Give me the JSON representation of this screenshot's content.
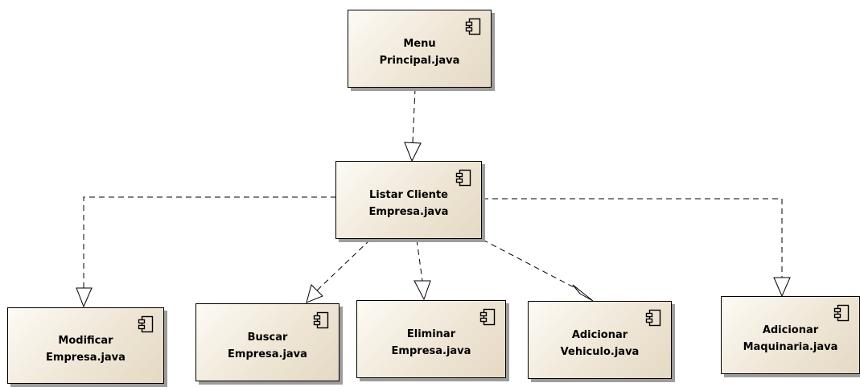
{
  "diagram": {
    "type": "uml-component",
    "components": [
      {
        "id": "menu",
        "line1": "Menu",
        "line2": "Principal.java"
      },
      {
        "id": "listar",
        "line1": "Listar Cliente",
        "line2": "Empresa.java"
      },
      {
        "id": "modificar",
        "line1": "Modificar",
        "line2": "Empresa.java"
      },
      {
        "id": "buscar",
        "line1": "Buscar",
        "line2": "Empresa.java"
      },
      {
        "id": "eliminar",
        "line1": "Eliminar",
        "line2": "Empresa.java"
      },
      {
        "id": "vehiculo",
        "line1": "Adicionar",
        "line2": "Vehiculo.java"
      },
      {
        "id": "maquinaria",
        "line1": "Adicionar",
        "line2": "Maquinaria.java"
      }
    ],
    "dependencies": [
      {
        "from": "menu",
        "to": "listar"
      },
      {
        "from": "listar",
        "to": "modificar"
      },
      {
        "from": "listar",
        "to": "buscar"
      },
      {
        "from": "listar",
        "to": "eliminar"
      },
      {
        "from": "listar",
        "to": "vehiculo"
      },
      {
        "from": "listar",
        "to": "maquinaria"
      }
    ],
    "component_icon": "uml-component-icon",
    "colors": {
      "box_fill_light": "#fdfbf5",
      "box_fill_dark": "#e4d9c4",
      "border": "#000000",
      "shadow": "#9c9c9c",
      "connector": "#000000"
    }
  }
}
